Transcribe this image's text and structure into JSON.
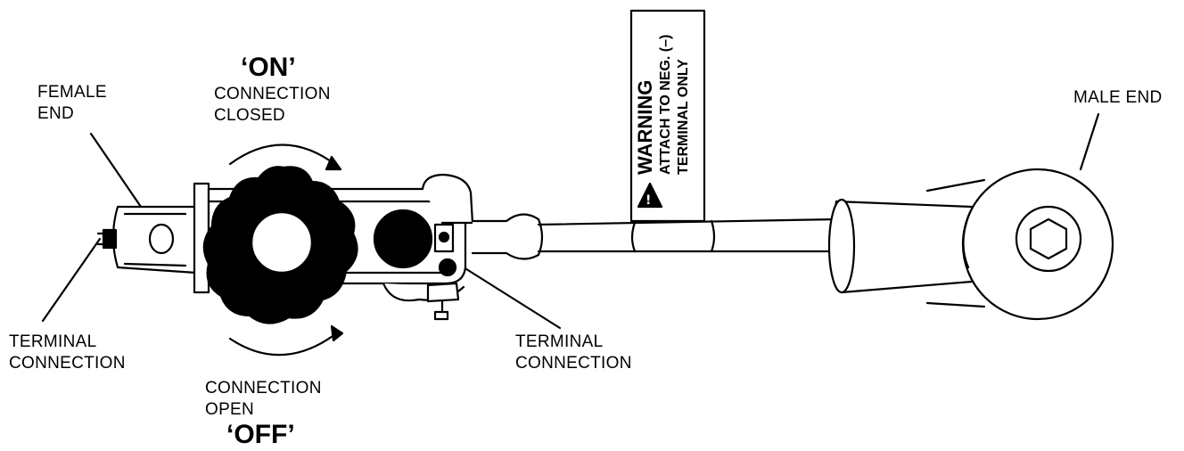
{
  "labels": {
    "female_end": [
      "FEMALE",
      "END"
    ],
    "on_title": "‘ON’",
    "on_desc": [
      "CONNECTION",
      "CLOSED"
    ],
    "terminal_left": [
      "TERMINAL",
      "CONNECTION"
    ],
    "off_desc": [
      "CONNECTION",
      "OPEN"
    ],
    "off_title": "‘OFF’",
    "terminal_right": [
      "TERMINAL",
      "CONNECTION"
    ],
    "male_end": "MALE END"
  },
  "warning_tag": {
    "title": "WARNING",
    "line1": "ATTACH TO NEG. (–)",
    "line2": "TERMINAL ONLY"
  },
  "colors": {
    "ink": "#000000",
    "paper": "#ffffff"
  }
}
